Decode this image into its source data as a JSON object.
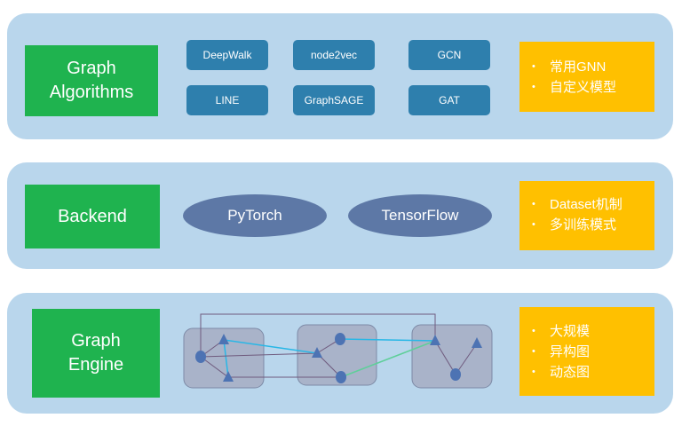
{
  "algorithms_layer": {
    "title": "Graph\nAlgorithms",
    "items": [
      "DeepWalk",
      "node2vec",
      "GCN",
      "LINE",
      "GraphSAGE",
      "GAT"
    ],
    "notes": [
      "常用GNN",
      "自定义模型"
    ]
  },
  "backend_layer": {
    "title": "Backend",
    "frameworks": [
      "PyTorch",
      "TensorFlow"
    ],
    "notes": [
      "Dataset机制",
      "多训练模式"
    ]
  },
  "engine_layer": {
    "title": "Graph\nEngine",
    "notes": [
      "大规模",
      "异构图",
      "动态图"
    ]
  },
  "colors": {
    "layer_bg": "#b9d6ec",
    "title_green": "#1fb34f",
    "algo_blue": "#2e7fad",
    "oval_blue": "#5d78a6",
    "notes_yellow": "#ffc000",
    "partition_fill": "#a9b3c9",
    "node_blue": "#4d73b3",
    "edge_cyan": "#28b7e6",
    "edge_green": "#5fcf9a",
    "edge_dark": "#6f5b7e"
  }
}
